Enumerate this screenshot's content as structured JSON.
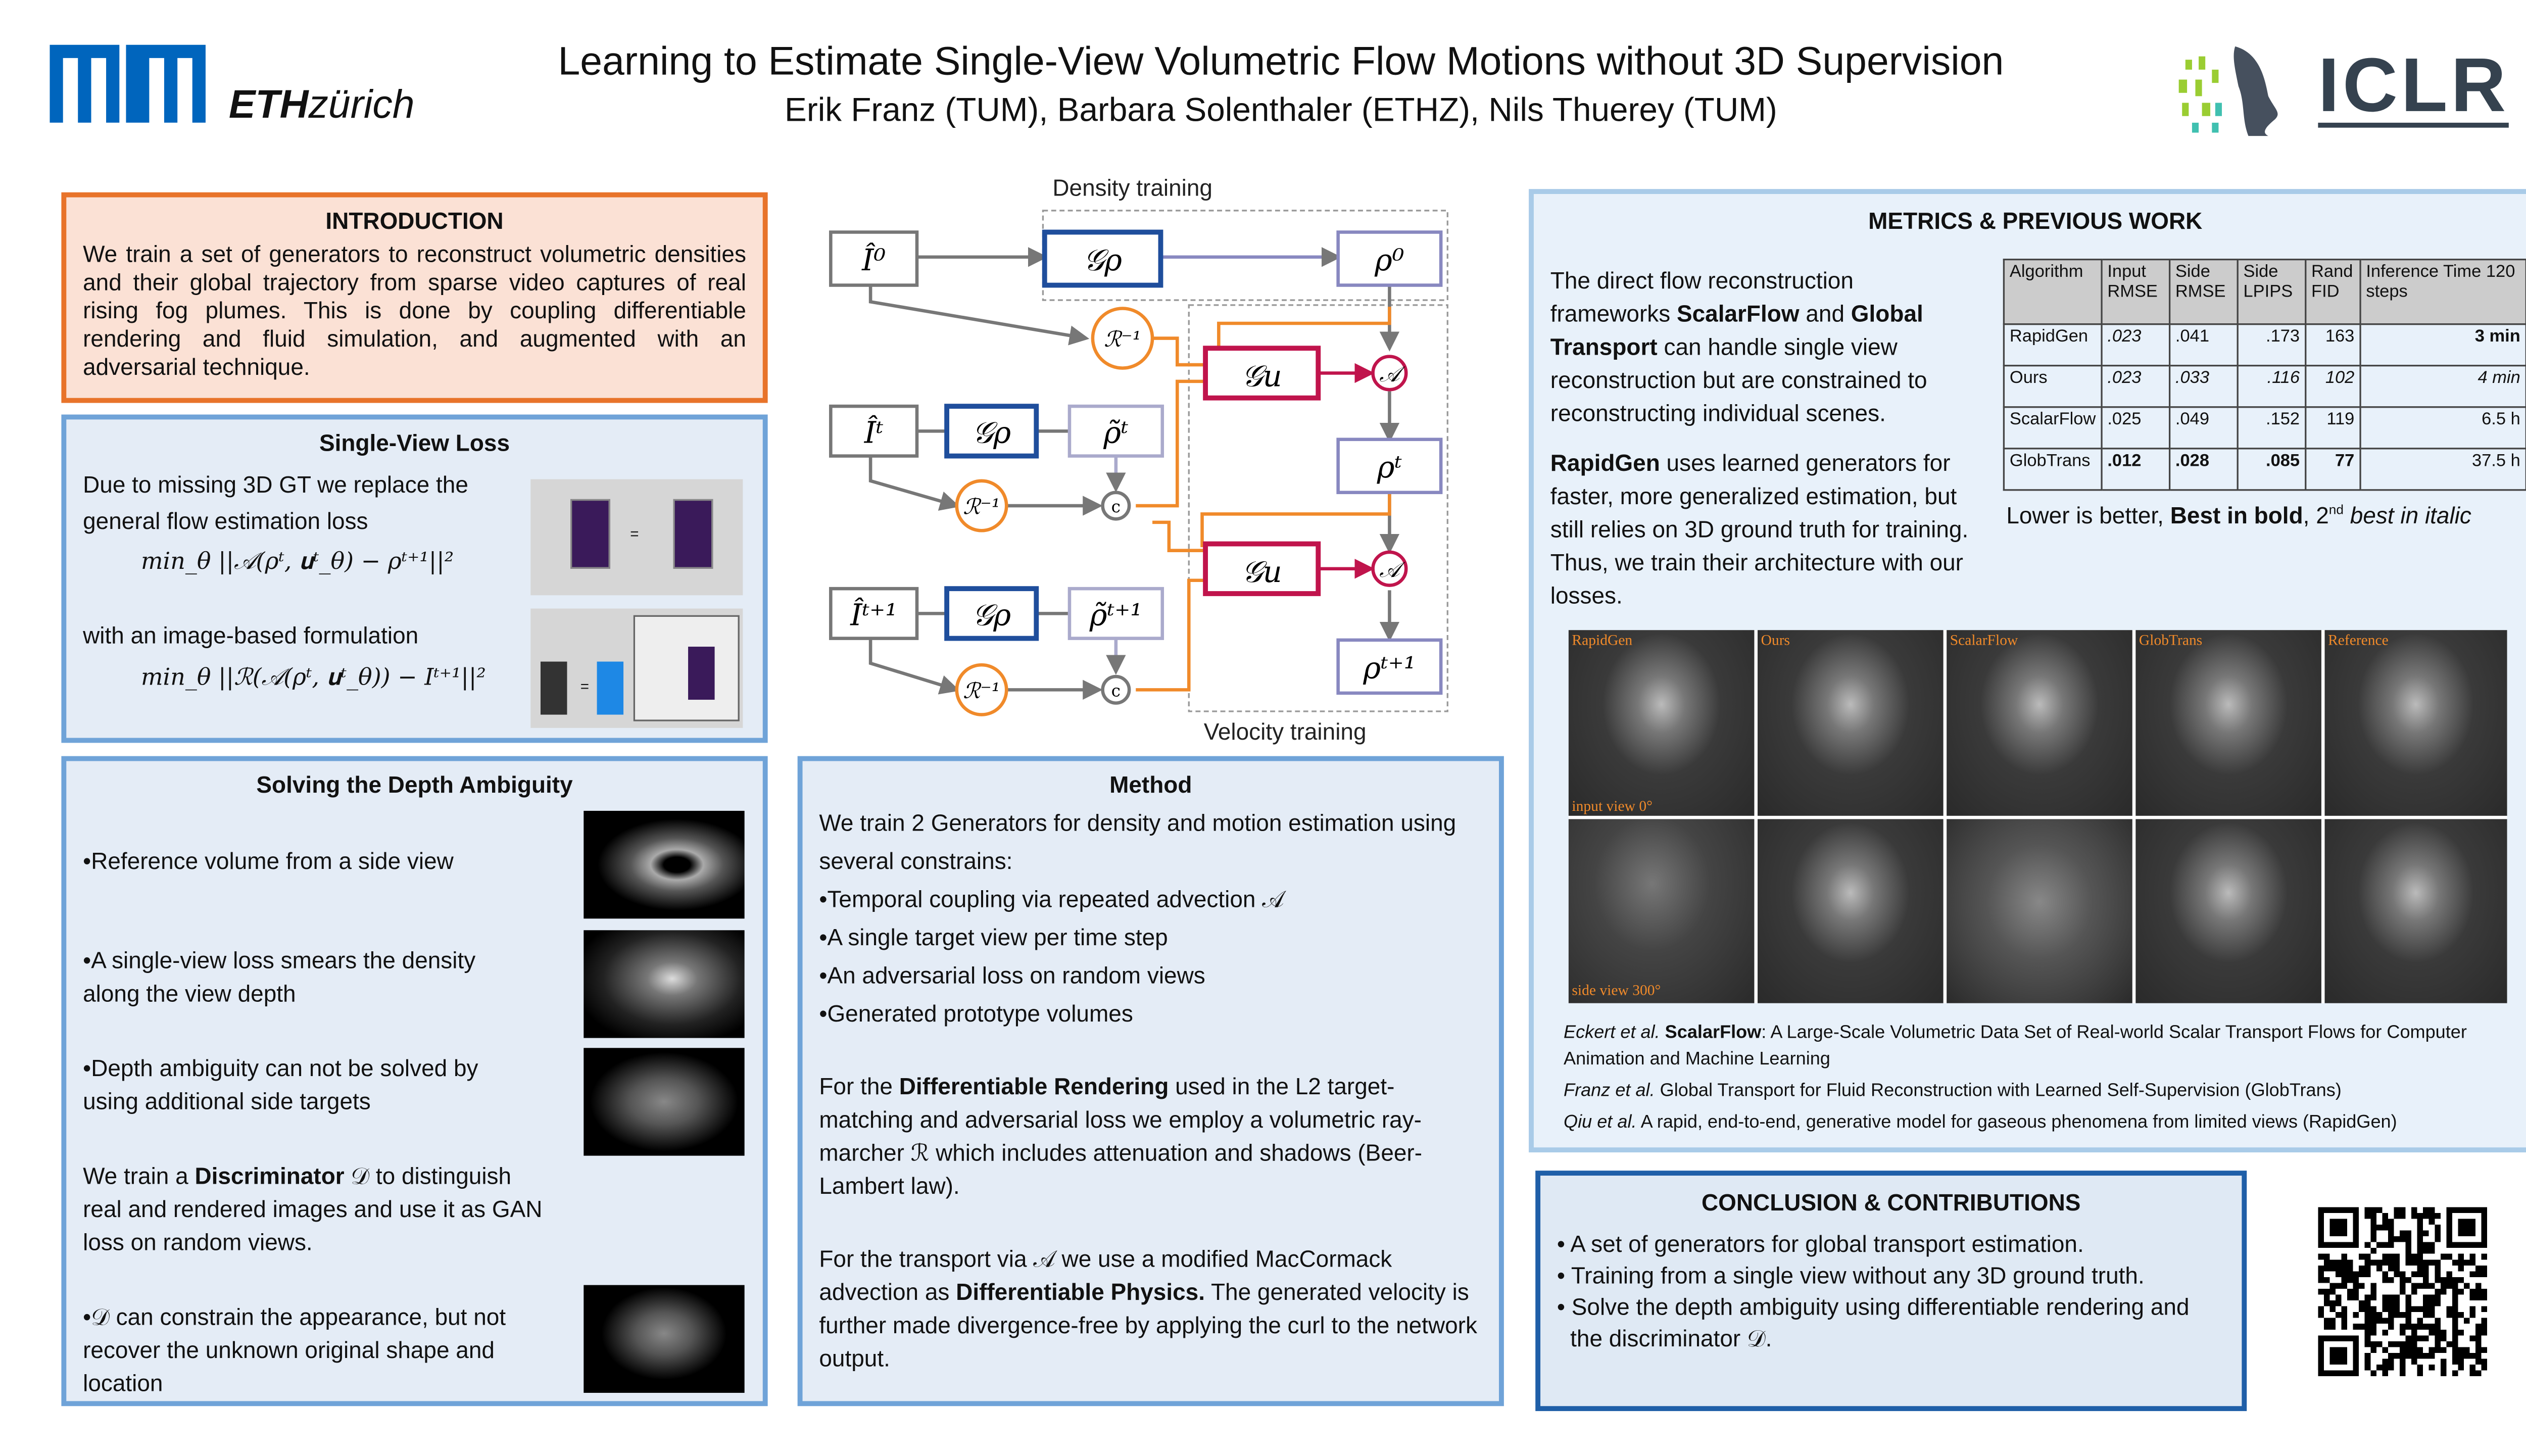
{
  "header": {
    "title": "Learning to Estimate Single-View Volumetric Flow Motions without 3D Supervision",
    "authors": "Erik Franz (TUM), Barbara Solenthaler (ETHZ), Nils Thuerey (TUM)",
    "logos": {
      "tum": "TUM",
      "eth_bold": "ETH",
      "eth_light": "zürich",
      "iclr": "ICLR"
    }
  },
  "colors": {
    "tum_blue": "#0065bd",
    "box_blue": "#6fa3d8",
    "intro_orange": "#e8732a",
    "iclr": "#35424f",
    "gen_density": "#1f4e9c",
    "gen_velocity": "#c0144c",
    "render": "#f08a2a"
  },
  "intro": {
    "title": "INTRODUCTION",
    "text": "We train a set of generators to reconstruct volumetric densities and their global trajectory from sparse video captures of real rising fog plumes. This is done by coupling differentiable rendering and fluid simulation, and augmented with an adversarial technique."
  },
  "single_view": {
    "title": "Single-View Loss",
    "text1": "Due to missing 3D GT we replace the general flow estimation loss",
    "eq1": "min_θ ||𝒜(ρᵗ, 𝐮ᵗ_θ) − ρᵗ⁺¹||²",
    "text2": "with an image-based formulation",
    "eq2": "min_θ ||ℛ(𝒜(ρᵗ, 𝐮ᵗ_θ)) − Iᵗ⁺¹||²",
    "eq_sign": "="
  },
  "depth": {
    "title": "Solving the Depth Ambiguity",
    "items": [
      "•Reference volume from a side view",
      "•A single-view loss smears the density along the view depth",
      "•Depth ambiguity can not be solved by using additional side targets"
    ],
    "disc_pre": "We train a ",
    "disc_bold": "Discriminator",
    "disc_post": " 𝒟 to distinguish real and rendered images and use it as GAN loss on random views.",
    "last": "•𝒟 can constrain the appearance, but not recover the unknown original shape and location"
  },
  "diagram": {
    "density_label": "Density training",
    "velocity_label": "Velocity training",
    "I0": "Î⁰",
    "It": "Îᵗ",
    "It1": "Îᵗ⁺¹",
    "Gp": "𝒢ρ",
    "Gu": "𝒢u",
    "rho0": "ρ⁰",
    "rhot": "ρᵗ",
    "rhot1": "ρᵗ⁺¹",
    "rtil_t": "ρ̃ᵗ",
    "rtil_t1": "ρ̃ᵗ⁺¹",
    "R": "ℛ⁻¹",
    "A": "𝒜",
    "C": "c"
  },
  "method": {
    "title": "Method",
    "intro": "We train 2 Generators for density and motion estimation using several constrains:",
    "items": [
      "•Temporal coupling via repeated advection 𝒜",
      "•A single target view per time step",
      "•An adversarial loss on random views",
      "•Generated prototype volumes"
    ],
    "p1_pre": "For the ",
    "p1_bold": "Differentiable Rendering",
    "p1_post": " used in the L2 target-matching and adversarial loss we employ a volumetric ray-marcher ℛ which includes attenuation and shadows (Beer-Lambert law).",
    "p2_pre": "For the transport via 𝒜 we use a modified MacCormack advection as ",
    "p2_bold": "Differentiable Physics.",
    "p2_post": " The generated velocity is further made divergence-free by applying the curl to the network output."
  },
  "metrics": {
    "title": "METRICS & PREVIOUS WORK",
    "p1_a": "The direct flow reconstruction frameworks ",
    "p1_b": "ScalarFlow",
    "p1_c": " and ",
    "p1_d": "Global Transport",
    "p1_e": " can handle single view reconstruction but are constrained to reconstructing individual scenes.",
    "p2_a": "RapidGen",
    "p2_b": " uses learned generators for faster, more generalized estimation, but still relies on 3D ground truth for training. Thus, we train their architecture with our losses.",
    "table": {
      "headers": [
        "Algorithm",
        "Input RMSE",
        "Side RMSE",
        "Side LPIPS",
        "Rand FID",
        "Inference Time 120 steps"
      ],
      "rows": [
        [
          "RapidGen",
          ".023",
          ".041",
          ".173",
          "163",
          "3 min"
        ],
        [
          "Ours",
          ".023",
          ".033",
          ".116",
          "102",
          "4 min"
        ],
        [
          "ScalarFlow",
          ".025",
          ".049",
          ".152",
          "119",
          "6.5 h"
        ],
        [
          "GlobTrans",
          ".012",
          ".028",
          ".085",
          "77",
          "37.5 h"
        ]
      ]
    },
    "caption_a": "Lower is better, ",
    "caption_b": "Best in bold",
    "caption_c": ", 2",
    "caption_sup": "nd",
    "caption_d": " best in italic",
    "figure": {
      "columns": [
        "RapidGen",
        "Ours",
        "ScalarFlow",
        "GlobTrans",
        "Reference"
      ],
      "row_labels": [
        "input view 0°",
        "side view 300°"
      ]
    },
    "refs": [
      {
        "a": "Eckert et al.",
        "b": " ScalarFlow",
        "c": ": A Large-Scale Volumetric Data Set of Real-world Scalar Transport Flows for Computer Animation and Machine Learning"
      },
      {
        "a": "Franz et al.",
        "b": "",
        "c": " Global Transport for Fluid Reconstruction with Learned Self-Supervision (GlobTrans)"
      },
      {
        "a": "Qiu et al.",
        "b": "",
        "c": " A rapid, end-to-end, generative model for gaseous phenomena from limited views (RapidGen)"
      }
    ]
  },
  "conclusion": {
    "title": "CONCLUSION & CONTRIBUTIONS",
    "items": [
      "• A set of generators for global transport estimation.",
      "• Training from a single view without any 3D ground truth.",
      "• Solve the depth ambiguity using differentiable rendering and the discriminator 𝒟."
    ]
  }
}
